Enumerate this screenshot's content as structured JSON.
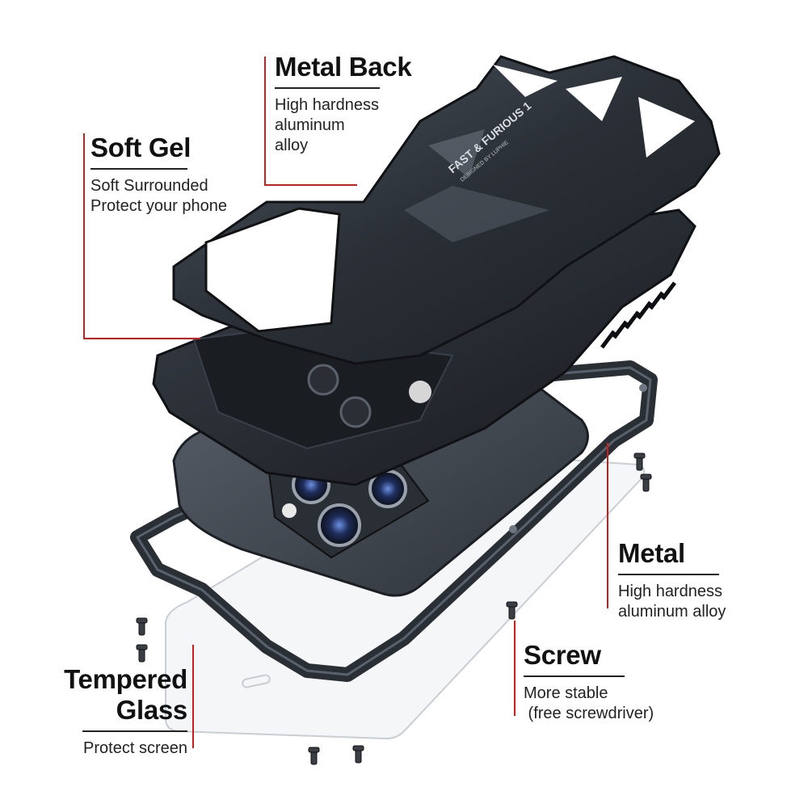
{
  "labels": {
    "metal_back": {
      "title": "Metal Back",
      "lines": [
        "High hardness",
        "aluminum",
        "alloy"
      ]
    },
    "soft_gel": {
      "title": "Soft Gel",
      "lines": [
        "Soft Surrounded",
        "Protect your phone"
      ]
    },
    "metal": {
      "title": "Metal",
      "lines": [
        "High hardness",
        "aluminum alloy"
      ]
    },
    "screw": {
      "title": "Screw",
      "lines": [
        "More stable",
        " (free screwdriver)"
      ]
    },
    "tempered_glass": {
      "title_line1": "Tempered",
      "title_line2": "Glass",
      "lines": [
        "Protect screen"
      ]
    }
  },
  "back_plate_text": {
    "brand": "FAST & FURIOUS 1",
    "sub": "DESIGNED BY LUPHIE"
  },
  "colors": {
    "leader": "#c81e1e",
    "metal_dark": "#2a2f36",
    "metal_mid": "#454c55",
    "gel": "#23272d",
    "phone_body": "#3b4049",
    "lens_blue": "#2b4fa8",
    "glass_edge": "#c9ced4"
  }
}
